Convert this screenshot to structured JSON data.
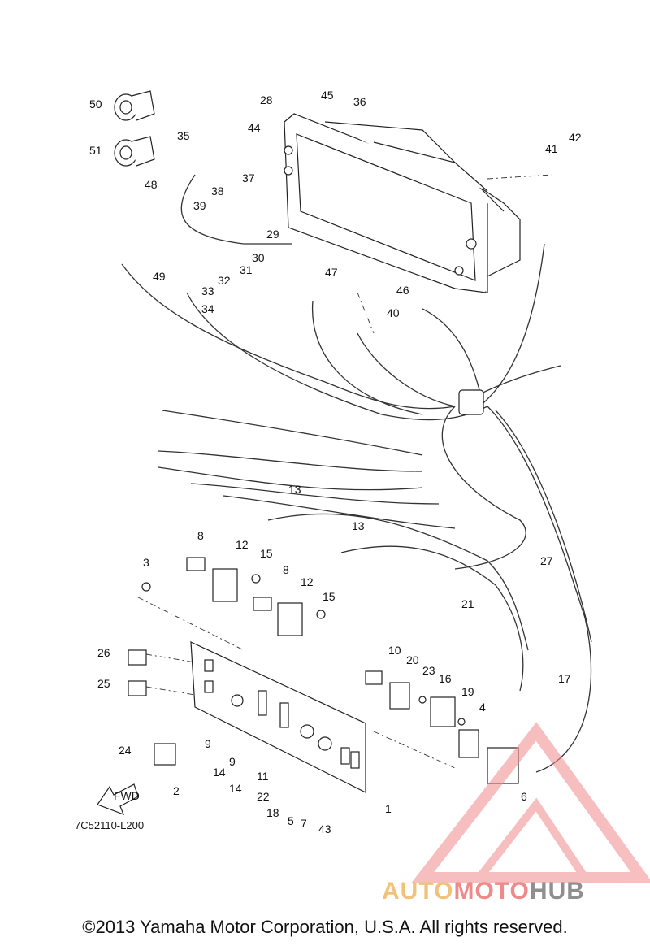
{
  "diagram": {
    "reference_code": "7C52110-L200",
    "fwd_label": "FWD",
    "copyright": "©2013 Yamaha Motor Corporation, U.S.A. All rights reserved.",
    "watermark": {
      "part1": "AUTO",
      "part2": "MOTO",
      "part3": "HUB"
    },
    "colors": {
      "watermark_red": "#f08a8a",
      "watermark_orange": "#f3c27a",
      "watermark_gray": "#8f8f8f",
      "line": "#222222"
    },
    "callouts": [
      "50",
      "51",
      "45",
      "36",
      "28",
      "44",
      "35",
      "37",
      "38",
      "39",
      "48",
      "29",
      "30",
      "31",
      "32",
      "33",
      "34",
      "49",
      "47",
      "46",
      "40",
      "41",
      "42",
      "13",
      "13",
      "8",
      "12",
      "15",
      "3",
      "8",
      "12",
      "15",
      "27",
      "21",
      "10",
      "20",
      "23",
      "16",
      "19",
      "4",
      "17",
      "26",
      "25",
      "24",
      "2",
      "9",
      "14",
      "9",
      "14",
      "11",
      "22",
      "18",
      "5",
      "7",
      "43",
      "1",
      "6"
    ]
  }
}
